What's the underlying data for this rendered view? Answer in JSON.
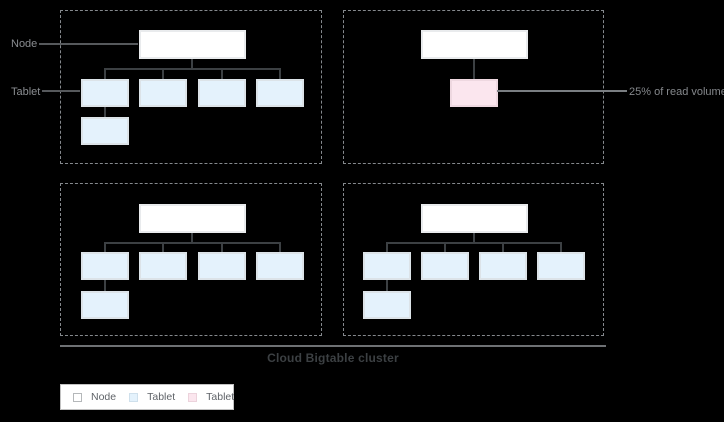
{
  "annotations": {
    "node_label": "Node",
    "tablet_label": "Tablet",
    "read_volume_label": "25% of read volume"
  },
  "cluster": {
    "title": "Cloud Bigtable cluster"
  },
  "legend": {
    "items": [
      {
        "label": "Node",
        "swatch_color": "#ffffff"
      },
      {
        "label": "Tablet",
        "swatch_color": "#e4f2fc"
      },
      {
        "label": "Tablet",
        "swatch_color": "#fbe6ee"
      }
    ]
  },
  "colors": {
    "background": "#000000",
    "node_fill": "#ffffff",
    "tablet_fill": "#e4f2fc",
    "hot_tablet_fill": "#fbe6ee",
    "connector": "#3c4043",
    "dashed_border": "#85898d"
  }
}
